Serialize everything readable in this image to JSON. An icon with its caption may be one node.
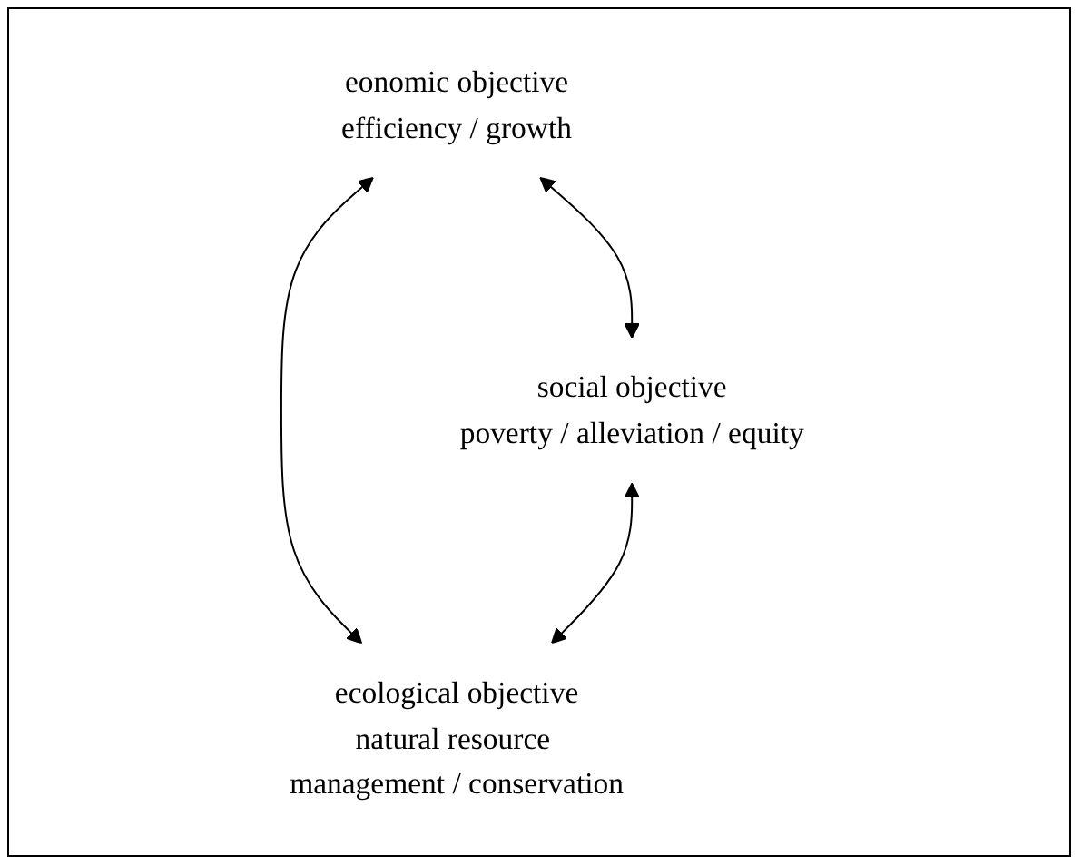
{
  "diagram": {
    "nodes": [
      {
        "text": [
          "eonomic objective",
          "efficiency / growth"
        ]
      },
      {
        "text": [
          "social objective",
          "poverty / alleviation / equity"
        ]
      },
      {
        "text": [
          "ecological objective",
          "natural resource management / conservation"
        ]
      }
    ],
    "edges": [
      {
        "from": 0,
        "to": 1,
        "arrow": "both"
      },
      {
        "from": 0,
        "to": 2,
        "arrow": "both"
      },
      {
        "from": 1,
        "to": 2,
        "arrow": "both"
      }
    ]
  }
}
